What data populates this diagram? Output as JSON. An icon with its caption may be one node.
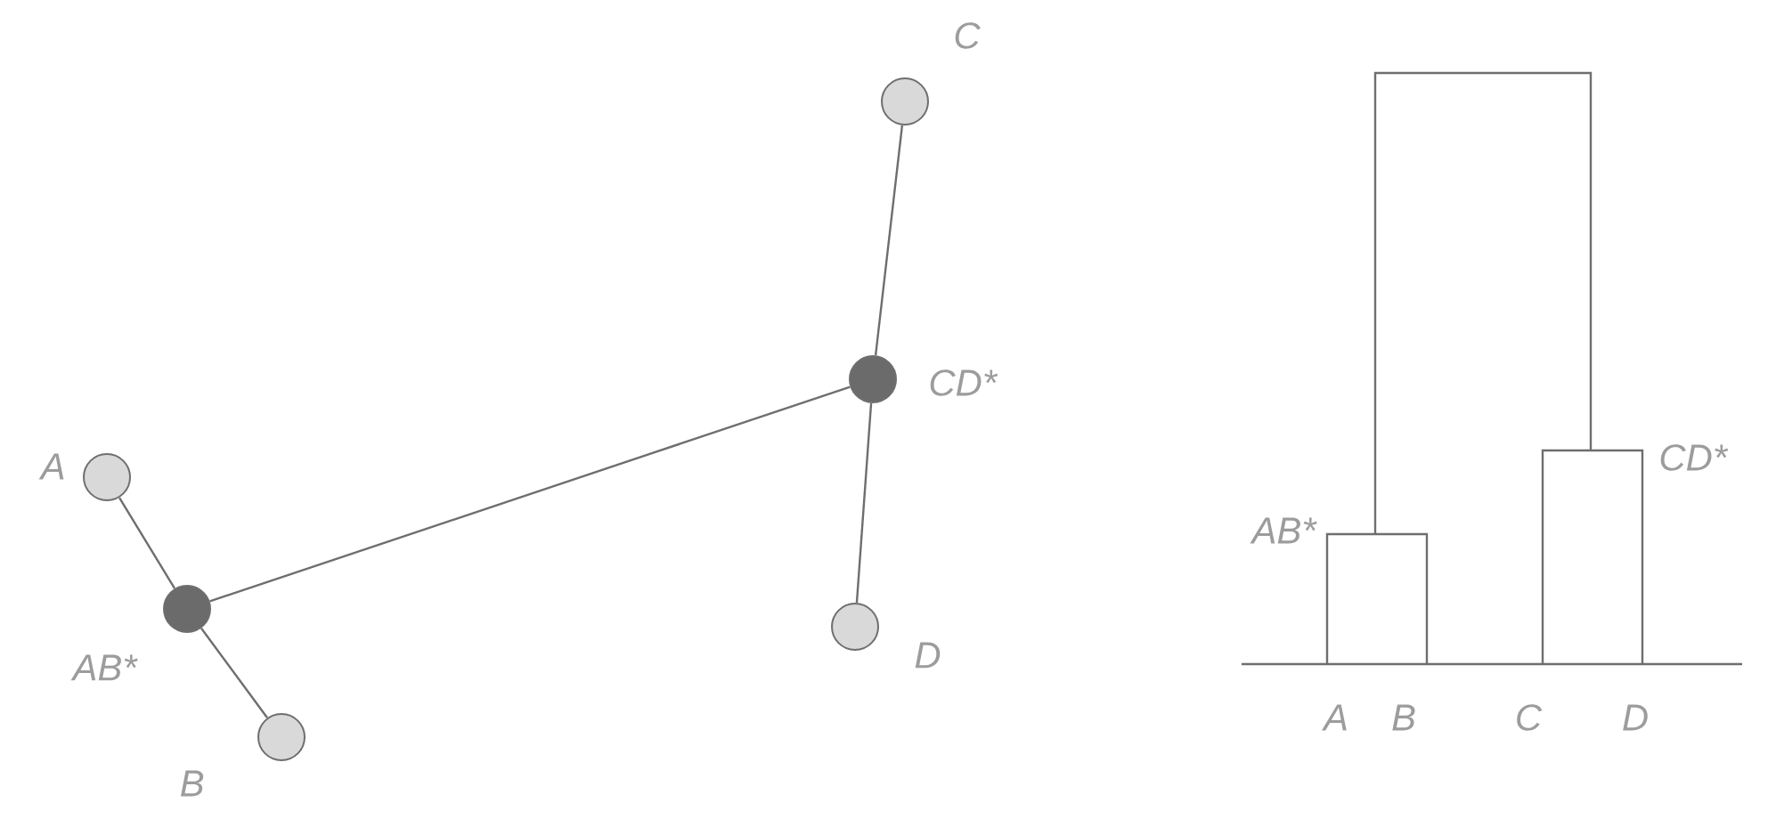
{
  "diagram": {
    "nodes": [
      {
        "text": [],
        "shape": "circle",
        "beside": [
          "C"
        ]
      },
      {
        "text": [],
        "shape": "circle",
        "beside": [
          "CD*"
        ]
      },
      {
        "text": [],
        "shape": "circle",
        "beside": [
          "A"
        ]
      },
      {
        "text": [],
        "shape": "circle",
        "beside": [
          "AB*"
        ]
      },
      {
        "text": [],
        "shape": "circle",
        "beside": [
          "D"
        ]
      },
      {
        "text": [],
        "shape": "circle",
        "beside": [
          "B"
        ]
      }
    ],
    "edges": [
      {
        "from": 0,
        "to": 1,
        "arrow": "none"
      },
      {
        "from": 1,
        "to": 3,
        "arrow": "none"
      },
      {
        "from": 2,
        "to": 3,
        "arrow": "none"
      },
      {
        "from": 3,
        "to": 5,
        "arrow": "none"
      },
      {
        "from": 1,
        "to": 4,
        "arrow": "none"
      }
    ],
    "labels": [
      "CD*",
      "AB*",
      "A",
      "B",
      "C",
      "D"
    ]
  }
}
